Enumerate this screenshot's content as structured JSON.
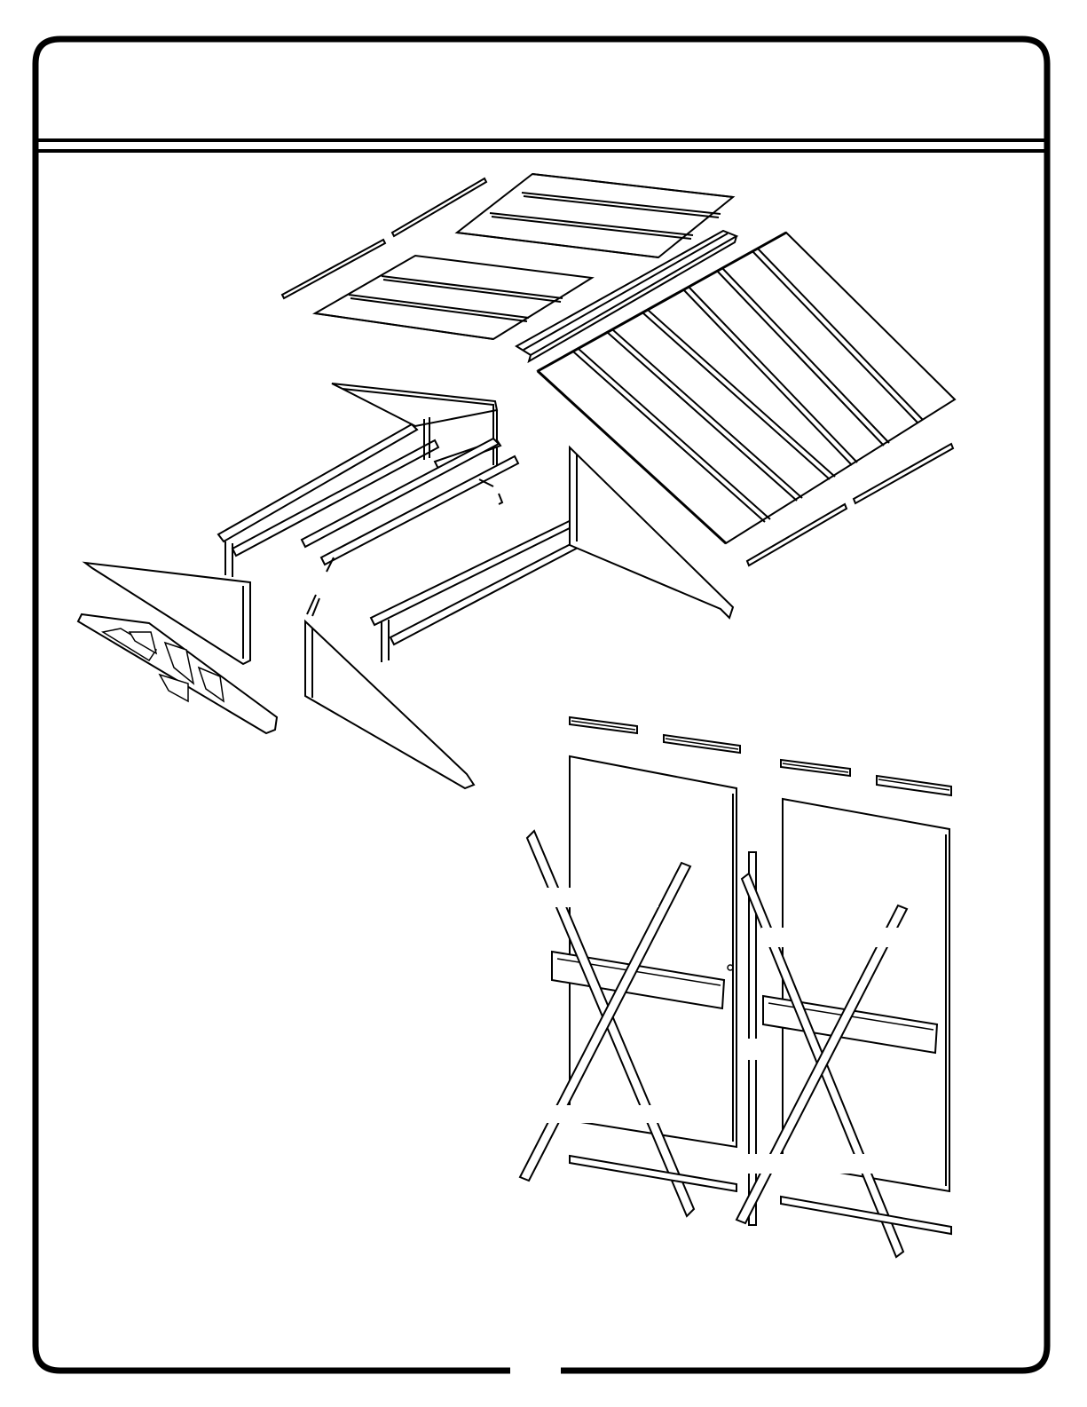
{
  "document": {
    "header_title": "",
    "page_number": ""
  },
  "colors": {
    "ink": "#000000",
    "paper": "#ffffff"
  },
  "diagram": {
    "type": "exploded-assembly-drawing",
    "groups": [
      "roof",
      "frame",
      "doors"
    ]
  }
}
